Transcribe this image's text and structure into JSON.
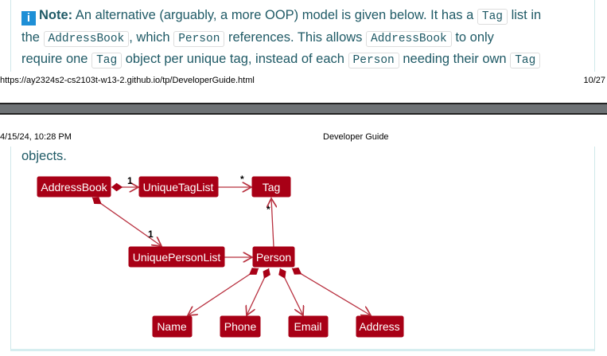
{
  "note": {
    "icon": "info-icon",
    "label": "Note:",
    "line1_a": " An alternative (arguably, a more OOP) model is given below. It has a ",
    "code_tag": "Tag",
    "line1_b": " list in",
    "line2_a": "the ",
    "code_addressbook": "AddressBook",
    "line2_b": ", which ",
    "code_person": "Person",
    "line2_c": " references. This allows ",
    "line2_d": " to only",
    "line3_a": "require one ",
    "line3_b": " object per unique tag, instead of each ",
    "line3_c": " needing their own ",
    "line4": "objects."
  },
  "footer": {
    "url": "https://ay2324s2-cs2103t-w13-2.github.io/tp/DeveloperGuide.html",
    "page": "10/27"
  },
  "header": {
    "date": "4/15/24, 10:28 PM",
    "title": "Developer Guide"
  },
  "diagram": {
    "color": "#a80016",
    "nodes": {
      "addressbook": "AddressBook",
      "uniquetaglist": "UniqueTagList",
      "tag": "Tag",
      "uniquepersonlist": "UniquePersonList",
      "person": "Person",
      "name": "Name",
      "phone": "Phone",
      "email": "Email",
      "address": "Address"
    },
    "multiplicity": {
      "ab_utl": "1",
      "utl_tag": "*",
      "ab_upl": "1",
      "person_tag": "*"
    }
  }
}
